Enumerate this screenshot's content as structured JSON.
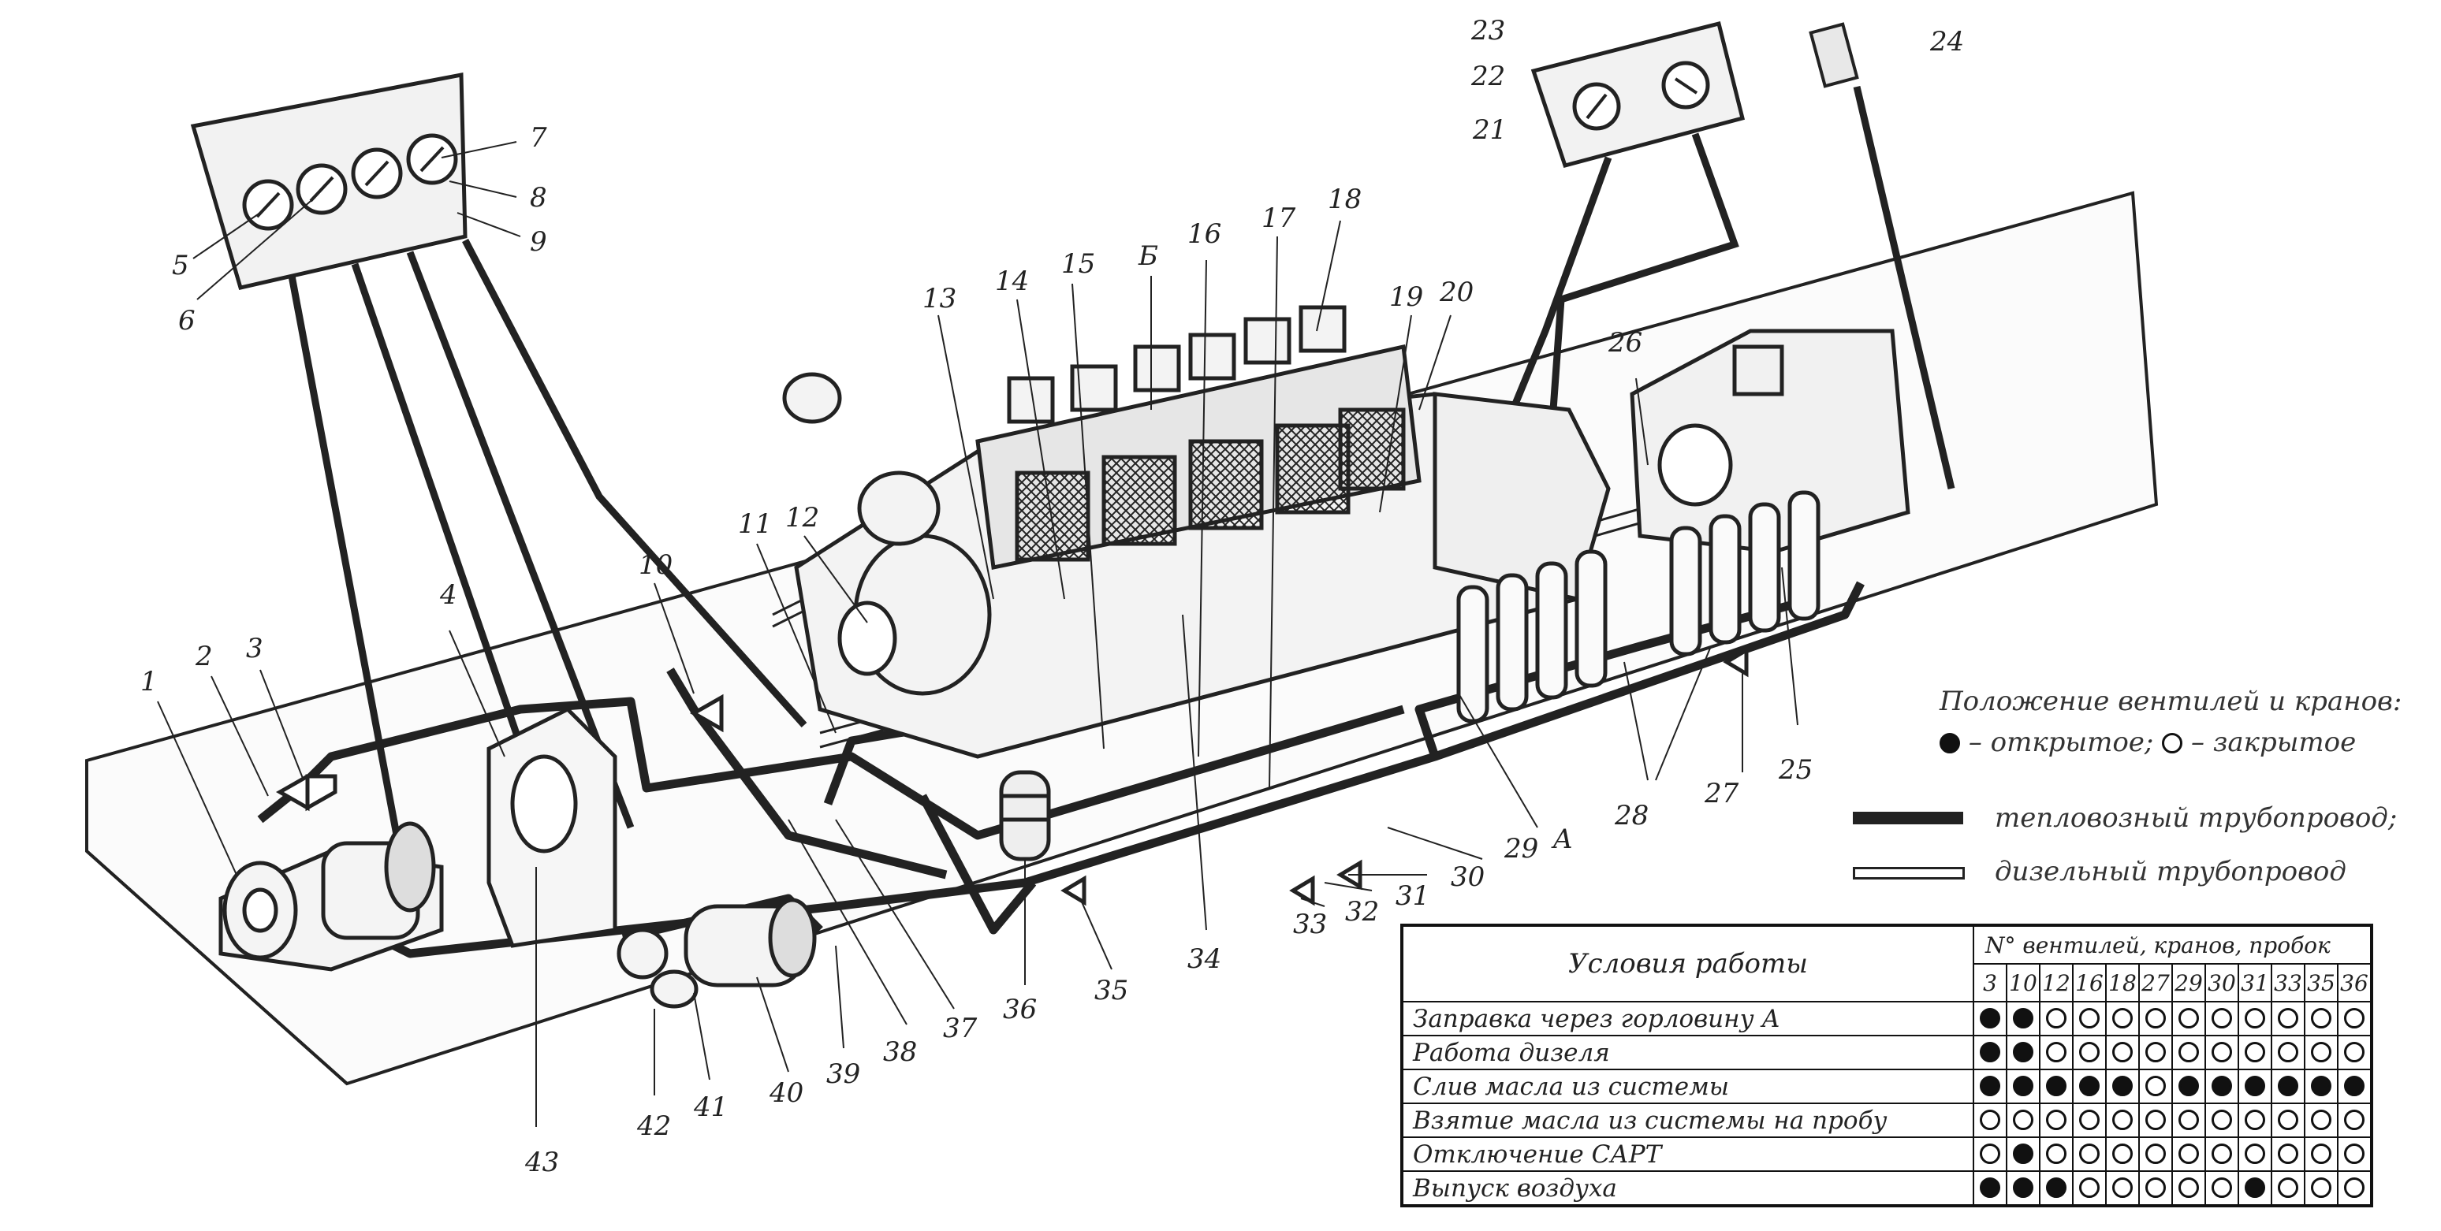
{
  "callouts": [
    "1",
    "2",
    "3",
    "4",
    "5",
    "6",
    "7",
    "8",
    "9",
    "10",
    "11",
    "12",
    "13",
    "14",
    "15",
    "Б",
    "16",
    "17",
    "18",
    "19",
    "20",
    "21",
    "22",
    "23",
    "24",
    "25",
    "26",
    "27",
    "28",
    "29",
    "30",
    "31",
    "32",
    "33",
    "34",
    "35",
    "36",
    "37",
    "38",
    "39",
    "40",
    "41",
    "42",
    "43",
    "A"
  ],
  "legend": {
    "title": "Положение вентилей и кранов:",
    "open_label": "– открытое;",
    "closed_label": "– закрытое",
    "loco_pipe_label": "тепловозный трубопровод;",
    "diesel_pipe_label": "дизельный трубопровод"
  },
  "table": {
    "condition_header": "Условия работы",
    "number_header": "N°",
    "group_header": "вентилей, кранов, пробок",
    "columns": [
      "3",
      "10",
      "12",
      "16",
      "18",
      "27",
      "29",
      "30",
      "31",
      "33",
      "35",
      "36"
    ],
    "rows": [
      {
        "label": "Заправка через горловину А",
        "states": [
          1,
          1,
          0,
          0,
          0,
          0,
          0,
          0,
          0,
          0,
          0,
          0
        ]
      },
      {
        "label": "Работа дизеля",
        "states": [
          1,
          1,
          0,
          0,
          0,
          0,
          0,
          0,
          0,
          0,
          0,
          0
        ]
      },
      {
        "label": "Слив масла из системы",
        "states": [
          1,
          1,
          1,
          1,
          1,
          0,
          1,
          1,
          1,
          1,
          1,
          1
        ]
      },
      {
        "label": "Взятие масла из системы на пробу",
        "states": [
          0,
          0,
          0,
          0,
          0,
          0,
          0,
          0,
          0,
          0,
          0,
          0
        ]
      },
      {
        "label": "Отключение САРТ",
        "states": [
          0,
          1,
          0,
          0,
          0,
          0,
          0,
          0,
          0,
          0,
          0,
          0
        ]
      },
      {
        "label": "Выпуск воздуха",
        "states": [
          1,
          1,
          1,
          0,
          0,
          0,
          0,
          0,
          1,
          0,
          0,
          0
        ]
      }
    ]
  },
  "colors": {
    "ink": "#1a1a1a",
    "paper": "#ffffff",
    "pipe": "#222222"
  }
}
